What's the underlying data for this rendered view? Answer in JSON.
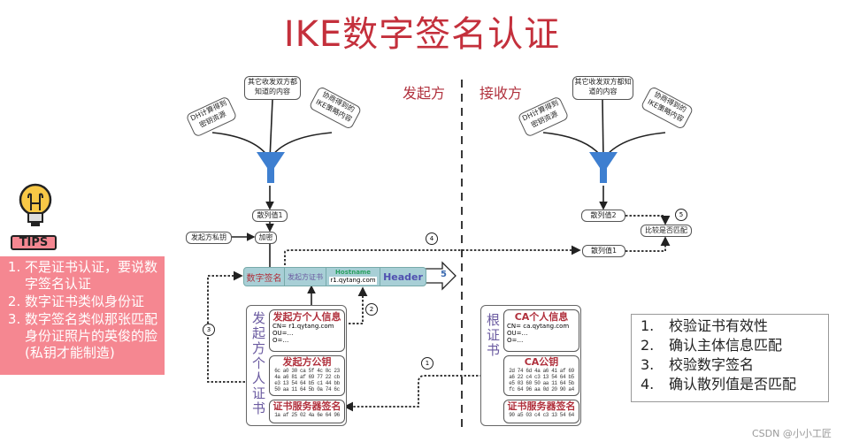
{
  "title": "IKE数字签名认证",
  "tips": {
    "badge": "TIPS",
    "items": [
      "不是证书认证，要说数字签名认证",
      "数字证书类似身份证",
      "数字签名类似那张匹配身份证照片的英俊的脸(私钥才能制造)"
    ],
    "color": "#f58791"
  },
  "sender": {
    "label": "发起方",
    "dh": "DH计算得到密钥资源",
    "common": "其它收发双方都知道的内容",
    "ike": "协商得到的IKE策略内容",
    "hash": "散列值1",
    "privkey": "发起方私钥",
    "encrypt": "加密",
    "bar": {
      "sig": "数字签名",
      "cert": "发起方证书",
      "hostname_label": "Hostname",
      "hostname": "r1.qytang.com",
      "header": "Header",
      "arrow_num": "5"
    },
    "cert": {
      "title": "发起方个人证书",
      "info_title": "发起方个人信息",
      "cn": "CN= r1.qytang.com",
      "ou": "OU=…",
      "o": "O=…",
      "pub_title": "发起方公钥",
      "pub_hex": [
        "6c a0 30 ca 5f 4c 8c 23",
        "4a a6 81 af 69 77 22 cb",
        "e3 13 54 64 b5 c1 44 bb",
        "50 aa 11 64 5b 0a 74 6c"
      ],
      "sig_title": "证书服务器签名",
      "sig_hex": "1a af 25 02 4a 6e 64 96"
    }
  },
  "receiver": {
    "label": "接收方",
    "dh": "DH计算得到密钥资源",
    "common": "其它收发双方都知道的内容",
    "ike": "协商得到的IKE策略内容",
    "hash2": "散列值2",
    "hash1": "散列值1",
    "compare": "比较是否匹配",
    "cert": {
      "title": "根证书",
      "info_title": "CA个人信息",
      "cn": "CN= ca.qytang.com",
      "ou": "OU=…",
      "o": "O=…",
      "pub_title": "CA公钥",
      "pub_hex": [
        "2d 74 6d 4a a6 41 af 69",
        "a6 22 c4 c3 13 54 64 b5",
        "e5 03 60 50 aa 11 64 5b",
        "fc 64 96 aa 0d 20 90 a4"
      ],
      "sig_title": "证书服务器签名",
      "sig_hex": "90 a5 03 c4 c3 13 54 64"
    }
  },
  "markers": [
    "1",
    "2",
    "3",
    "4",
    "5"
  ],
  "steps": [
    "校验证书有效性",
    "确认主体信息匹配",
    "校验数字签名",
    "确认散列值是否匹配"
  ],
  "watermark": "CSDN @小小工匠"
}
